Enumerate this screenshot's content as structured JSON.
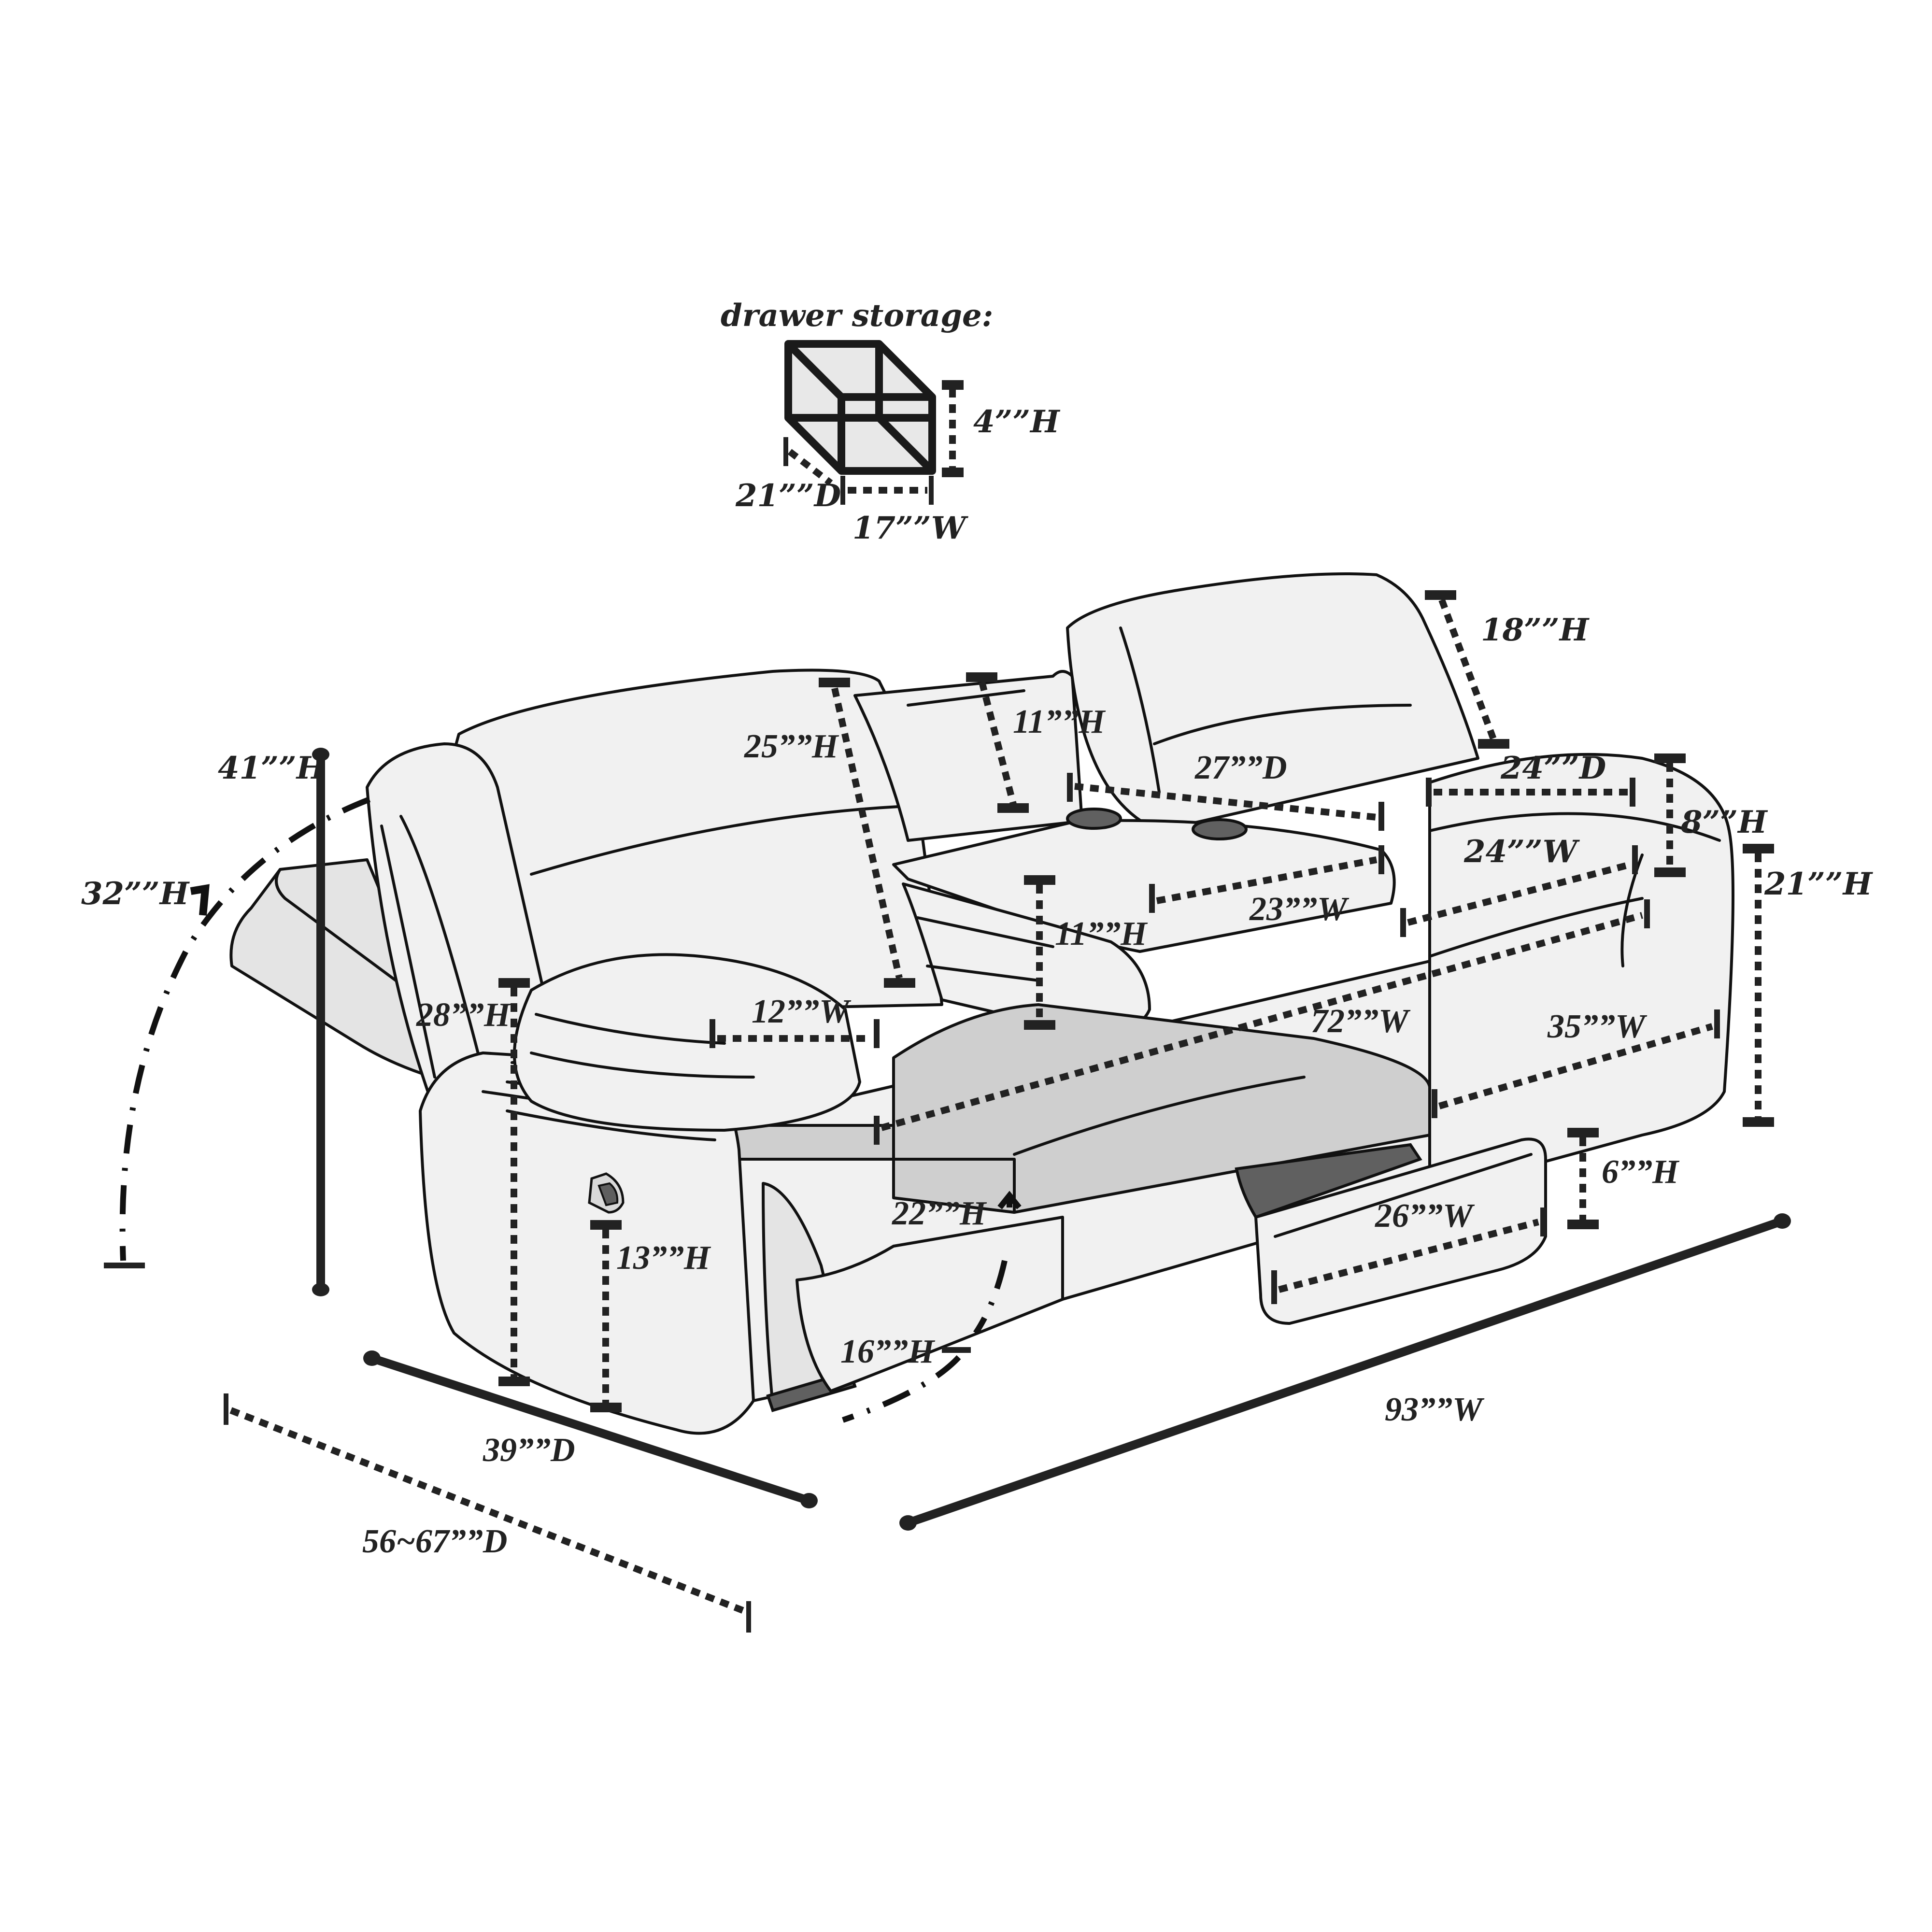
{
  "drawer_storage": {
    "title": "drawer storage:",
    "height": "4””H",
    "depth": "21””D",
    "width": "17””W"
  },
  "overall": {
    "height": "41””H",
    "reclined_back_height": "32””H",
    "width": "93””W",
    "depth": "39””D",
    "reclined_depth": "56~67””D"
  },
  "backrest": {
    "left_back_height": "25””H",
    "right_back_height": "18””H"
  },
  "console": {
    "back_height": "11””H",
    "depth": "27””D",
    "width": "23””W",
    "armrest_height": "11””H"
  },
  "right_section": {
    "arm_depth": "24””D",
    "arm_height": "8””H",
    "seat_width": "24””W",
    "arm_to_floor_height": "21””H",
    "section_width": "35””W"
  },
  "left_section": {
    "arm_height": "28””H",
    "arm_width": "12””W",
    "handle_height": "13””H",
    "seat_height": "22””H",
    "footrest_height": "16””H"
  },
  "center": {
    "seat_width": "72””W"
  },
  "drawer": {
    "width": "26””W",
    "height": "6””H"
  },
  "colors": {
    "ink": "#222222",
    "upholstery": "#f1f1f1",
    "seat_highlight": "#cfcfcf",
    "cupholder": "#606060"
  }
}
